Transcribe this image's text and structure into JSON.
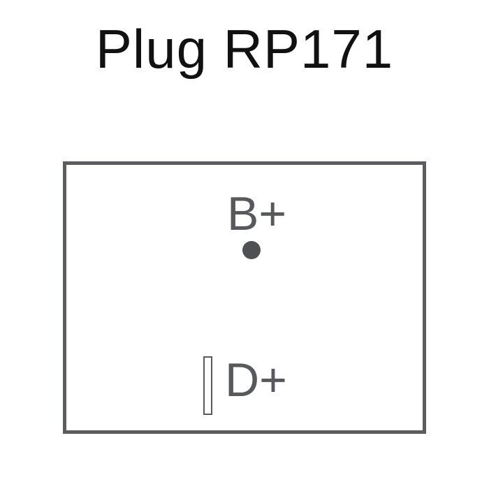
{
  "title": "Plug RP171",
  "pins": {
    "b_plus": {
      "label": "B+",
      "symbol": "round-pin-dot"
    },
    "d_plus": {
      "label": "D+",
      "symbol": "flat-blade-slot"
    }
  },
  "colors": {
    "title_text": "#111111",
    "outline": "#5b5c60",
    "pin_label": "#58595d",
    "pin_dot": "#4f5054",
    "background": "#ffffff"
  }
}
